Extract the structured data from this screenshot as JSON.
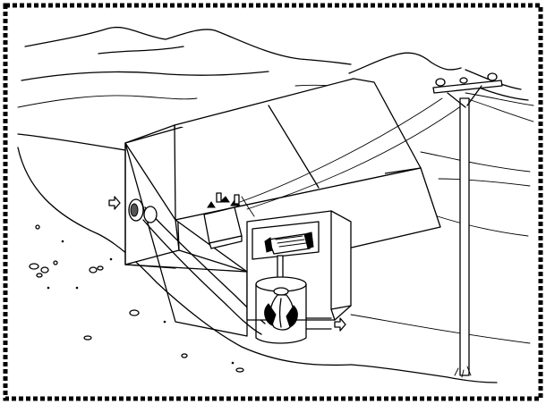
{
  "figure": {
    "subject": "hydroelectric-dam-cross-section",
    "components": [
      "dam",
      "penstock",
      "intake-valve",
      "turbine",
      "generator",
      "transformer",
      "transmission-lines",
      "utility-pole",
      "outflow"
    ],
    "colors": {
      "ink": "#000000",
      "paper": "#ffffff"
    },
    "icons": [
      "inflow-arrow-icon",
      "outflow-arrow-icon"
    ]
  }
}
